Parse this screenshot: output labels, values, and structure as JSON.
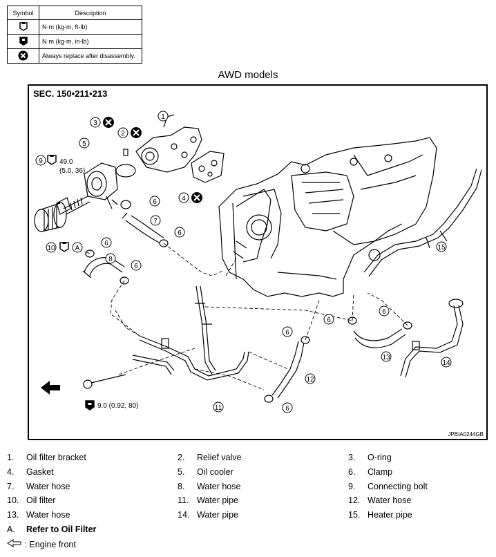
{
  "legend": {
    "header_symbol": "Symbol",
    "header_description": "Description",
    "rows": [
      {
        "icon": "torque-nm-kgm-ftlb-icon",
        "description": "N·m (kg-m, ft-lb)"
      },
      {
        "icon": "torque-nm-kgm-inlb-icon",
        "description": "N·m (kg-m, in-lb)"
      },
      {
        "icon": "always-replace-icon",
        "description": "Always replace after disassembly."
      }
    ]
  },
  "title": "AWD models",
  "section": "SEC. 150•211•213",
  "figure_id": "JPBIA0244GB",
  "torque_specs": {
    "connecting_bolt": "49.0",
    "connecting_bolt_alt": "(5.0, 36)",
    "water_pipe_bolt": "9.0 (0.92, 80)"
  },
  "callouts": [
    "1",
    "2",
    "3",
    "4",
    "5",
    "6",
    "7",
    "8",
    "9",
    "10",
    "11",
    "12",
    "13",
    "14",
    "15"
  ],
  "ref_letter": "A",
  "parts": [
    {
      "num": "1.",
      "name": "Oil filter bracket"
    },
    {
      "num": "2.",
      "name": "Relief valve"
    },
    {
      "num": "3.",
      "name": "O-ring"
    },
    {
      "num": "4.",
      "name": "Gasket"
    },
    {
      "num": "5.",
      "name": "Oil cooler"
    },
    {
      "num": "6.",
      "name": "Clamp"
    },
    {
      "num": "7.",
      "name": "Water hose"
    },
    {
      "num": "8.",
      "name": "Water hose"
    },
    {
      "num": "9.",
      "name": "Connecting bolt"
    },
    {
      "num": "10.",
      "name": "Oil filter"
    },
    {
      "num": "11.",
      "name": "Water pipe"
    },
    {
      "num": "12.",
      "name": "Water hose"
    },
    {
      "num": "13.",
      "name": "Water hose"
    },
    {
      "num": "14.",
      "name": "Water pipe"
    },
    {
      "num": "15.",
      "name": "Heater pipe"
    }
  ],
  "reference": {
    "num": "A.",
    "text": "Refer to Oil Filter"
  },
  "engine_front": ": Engine front"
}
